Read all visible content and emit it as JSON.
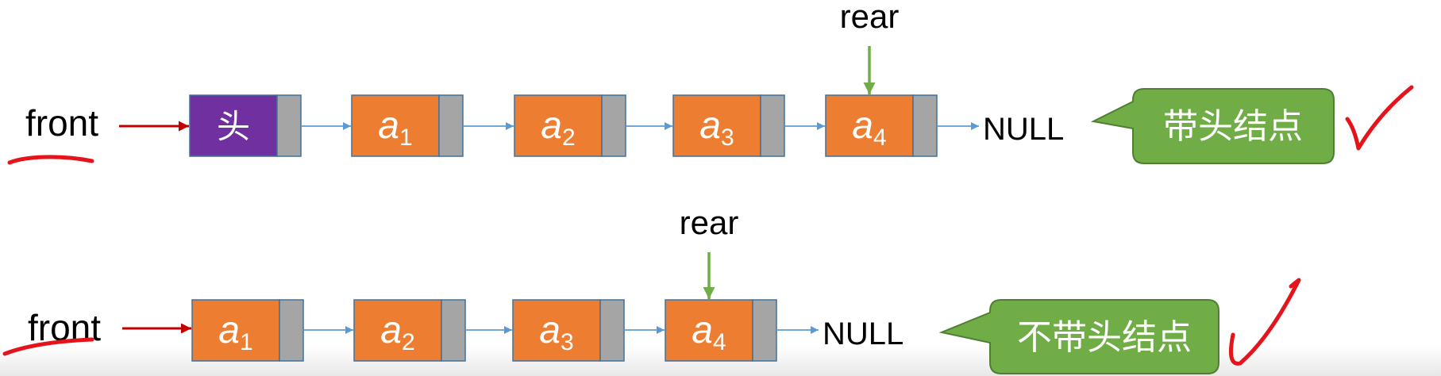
{
  "diagrams": [
    {
      "front_label": "front",
      "rear_label": "rear",
      "head_node": "头",
      "nodes": [
        {
          "var": "a",
          "sub": "1"
        },
        {
          "var": "a",
          "sub": "2"
        },
        {
          "var": "a",
          "sub": "3"
        },
        {
          "var": "a",
          "sub": "4"
        }
      ],
      "null_label": "NULL",
      "callout": "带头结点",
      "mark_icon": "check-mark-icon"
    },
    {
      "front_label": "front",
      "rear_label": "rear",
      "nodes": [
        {
          "var": "a",
          "sub": "1"
        },
        {
          "var": "a",
          "sub": "2"
        },
        {
          "var": "a",
          "sub": "3"
        },
        {
          "var": "a",
          "sub": "4"
        }
      ],
      "null_label": "NULL",
      "callout": "不带头结点",
      "mark_icon": "check-mark-icon"
    }
  ],
  "colors": {
    "head_node": "#7030A0",
    "data_node": "#ED7D31",
    "pointer_field": "#A5A5A5",
    "node_border": "#41719C",
    "link_arrow": "#5B9BD5",
    "front_arrow": "#C00000",
    "rear_arrow": "#70AD47",
    "callout_fill": "#70AD47",
    "callout_border": "#507E32",
    "ink": "#E3141B"
  }
}
